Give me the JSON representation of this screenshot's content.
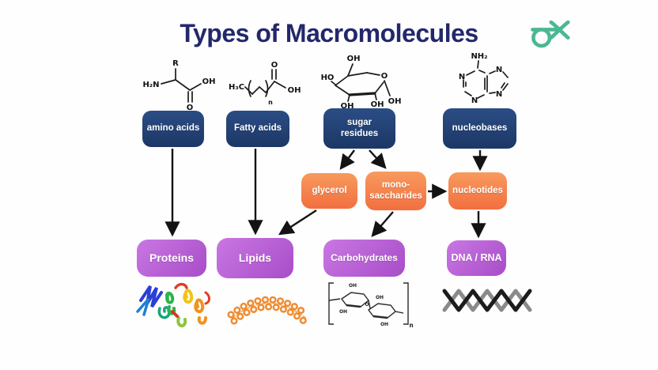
{
  "title": "Types of Macromolecules",
  "logo": {
    "name": "geeksforgeeks-logo",
    "color": "#4cb793"
  },
  "colors": {
    "title_text": "#23286b",
    "monomer_box": "#1e3a6b",
    "intermediate_box": "#f57f4a",
    "polymer_box": "#b25bd0",
    "arrow": "#131313",
    "lipid_art": "#ef8b30",
    "logo_green": "#4cb793"
  },
  "boxes": {
    "monomers": [
      {
        "id": "amino-acids",
        "label": "amino acids"
      },
      {
        "id": "fatty-acids",
        "label": "Fatty acids"
      },
      {
        "id": "sugar-residues",
        "line1": "sugar",
        "line2": "residues"
      },
      {
        "id": "nucleobases",
        "label": "nucleobases"
      }
    ],
    "intermediates": [
      {
        "id": "glycerol",
        "label": "glycerol"
      },
      {
        "id": "monosaccharides",
        "line1": "mono-",
        "line2": "saccharides"
      },
      {
        "id": "nucleotides",
        "label": "nucleotides"
      }
    ],
    "polymers": [
      {
        "id": "proteins",
        "label": "Proteins"
      },
      {
        "id": "lipids",
        "label": "Lipids"
      },
      {
        "id": "carbohydrates",
        "label": "Carbohydrates"
      },
      {
        "id": "dna-rna",
        "label": "DNA / RNA"
      }
    ]
  },
  "structures": {
    "amino_acid": {
      "r": "R",
      "amine": "H₂N",
      "hydroxyl": "OH",
      "oxygen": "O"
    },
    "fatty_acid": {
      "methyl": "H₃C",
      "oxygen": "O",
      "hydroxyl": "OH",
      "repeat": "n"
    },
    "sugar": {
      "oh": "OH",
      "ho": "HO",
      "ring_o": "O"
    },
    "nucleobase": {
      "amine": "NH₂",
      "n": "N"
    }
  },
  "polymer_art": {
    "carbohydrate": {
      "oh": "OH",
      "o": "O",
      "repeat": "n"
    }
  }
}
